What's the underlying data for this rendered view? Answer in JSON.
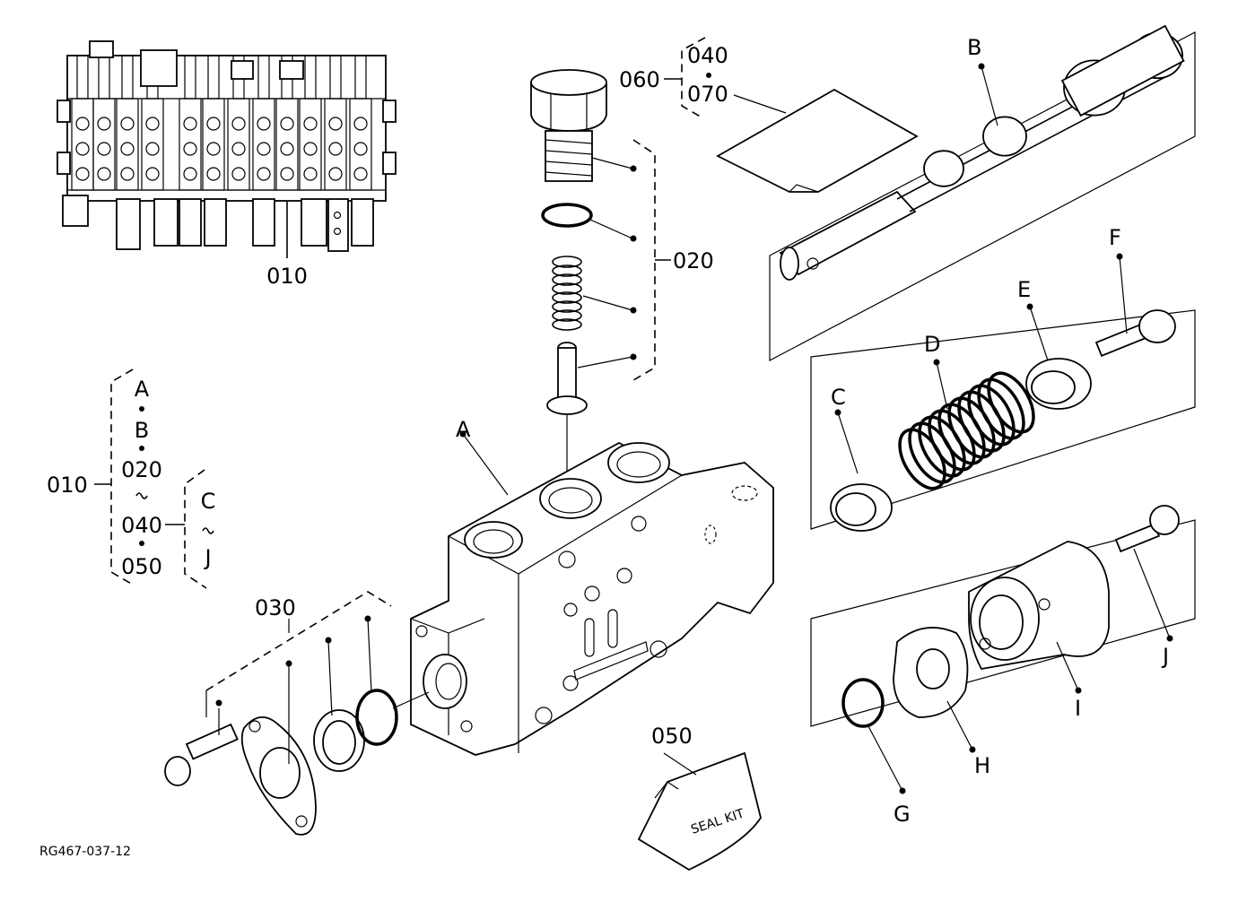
{
  "diagram": {
    "drawing_code": "RG467-037-12",
    "assembly_label": "010",
    "callouts": {
      "A": "A",
      "B": "B",
      "C": "C",
      "D": "D",
      "E": "E",
      "F": "F",
      "G": "G",
      "H": "H",
      "I": "I",
      "J": "J",
      "n020": "020",
      "n030": "030",
      "n050": "050",
      "n060": "060",
      "n040": "040",
      "n070": "070"
    },
    "left_bracket": {
      "main": "010",
      "items": [
        "A",
        "B",
        "020",
        "040",
        "050"
      ],
      "sub_items": [
        "C",
        "J"
      ]
    },
    "seal_kit_text": "SEAL KIT"
  }
}
